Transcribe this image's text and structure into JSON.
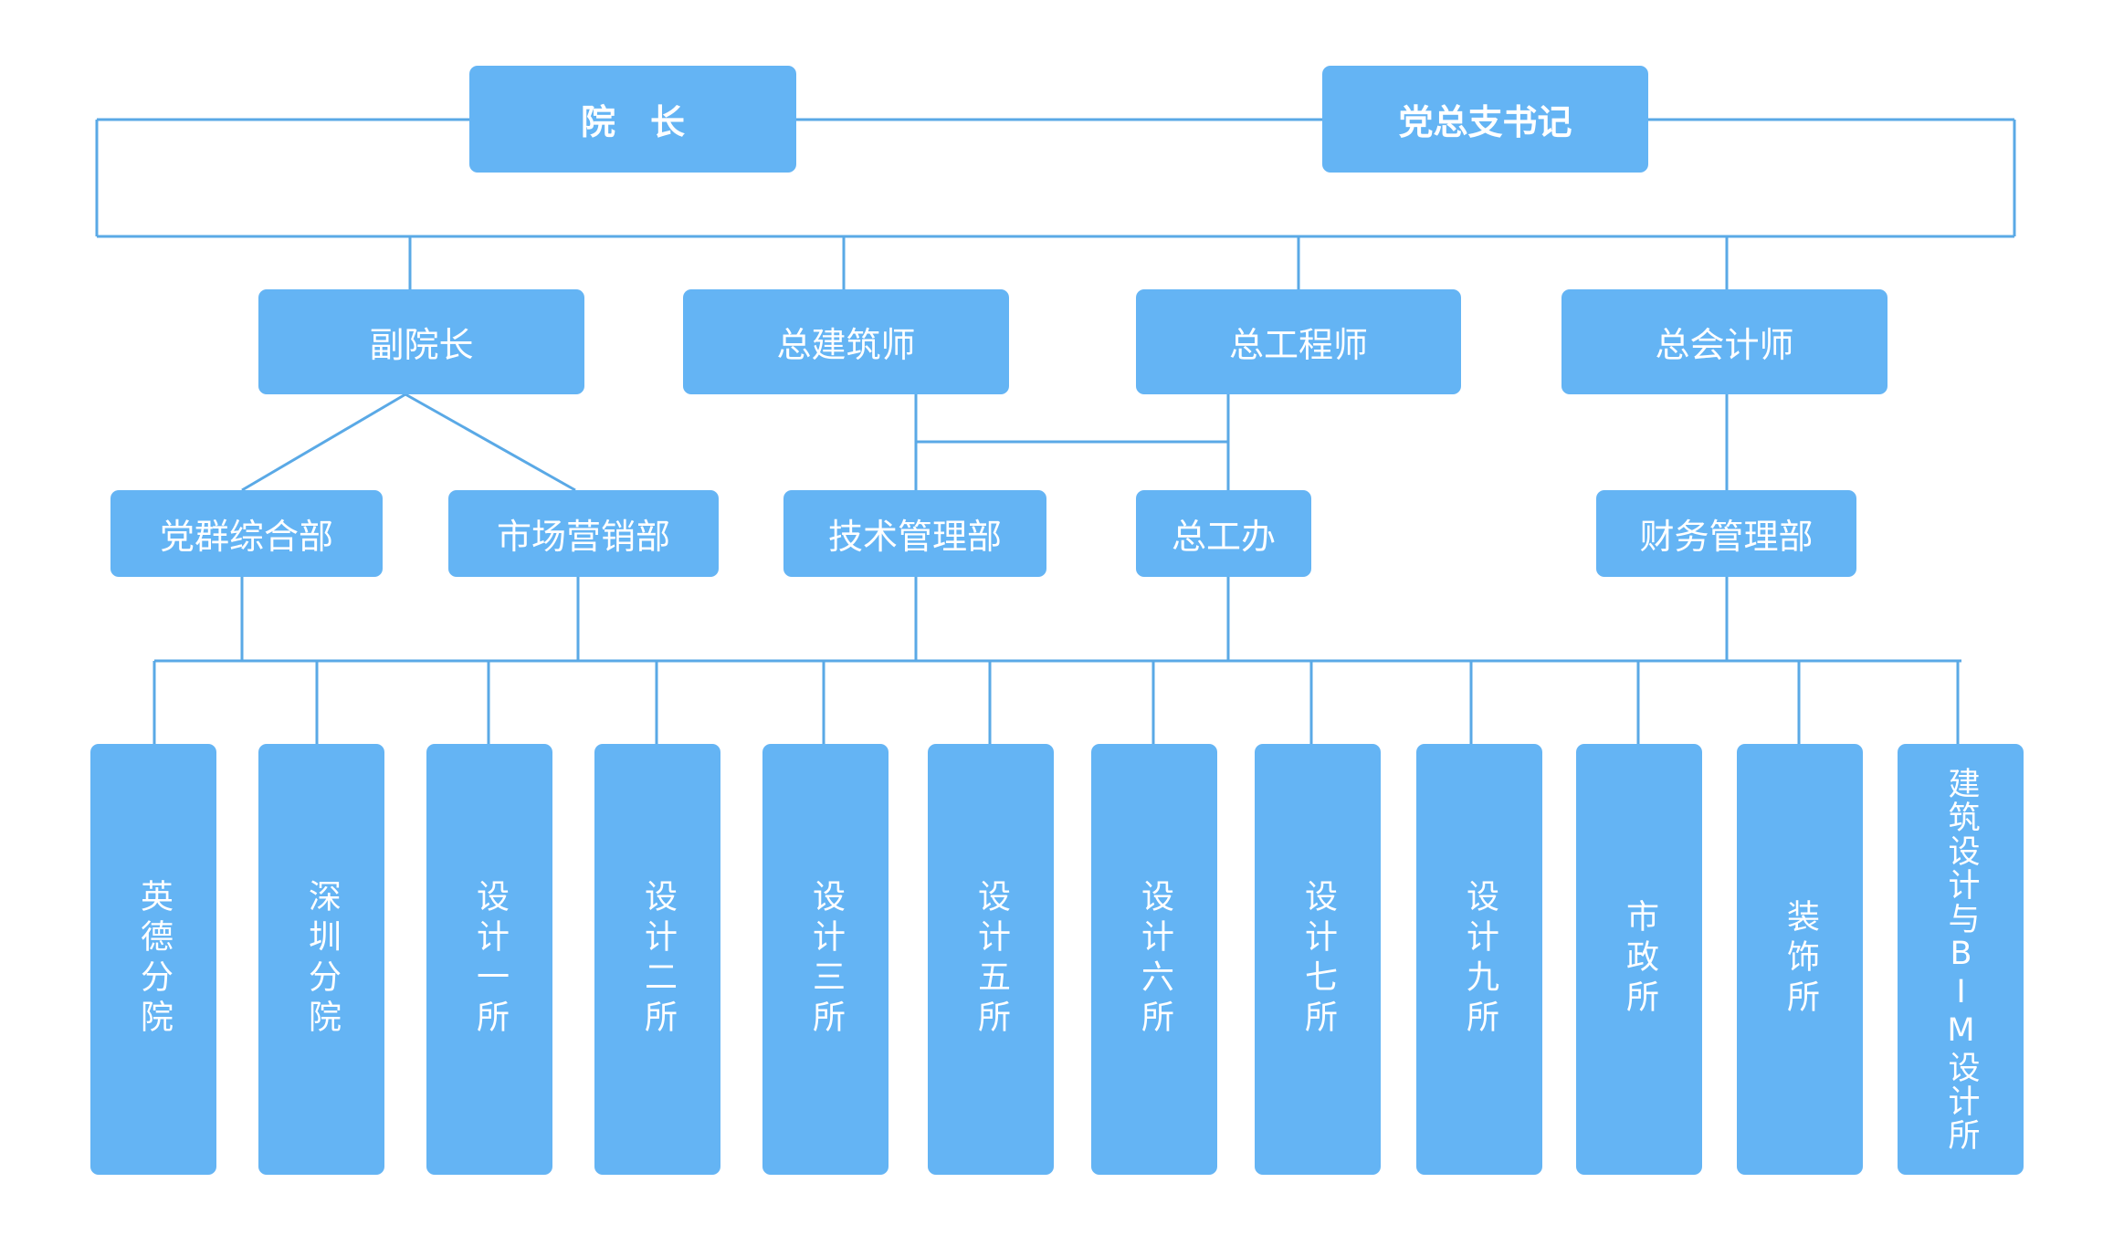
{
  "colors": {
    "box": "#64b4f4",
    "line": "#5aa9e6",
    "text": "#ffffff"
  },
  "top": {
    "president": "院　长",
    "party_secretary": "党总支书记"
  },
  "level2": {
    "vice_president": "副院长",
    "chief_architect": "总建筑师",
    "chief_engineer": "总工程师",
    "chief_accountant": "总会计师"
  },
  "level3": {
    "party_affairs": "党群综合部",
    "marketing": "市场营销部",
    "tech_management": "技术管理部",
    "chief_engineer_office": "总工办",
    "finance": "财务管理部"
  },
  "units": [
    "英德分院",
    "深圳分院",
    "设计一所",
    "设计二所",
    "设计三所",
    "设计五所",
    "设计六所",
    "设计七所",
    "设计九所",
    "市政所",
    "装饰所",
    "建筑设计与BIM设计所"
  ]
}
